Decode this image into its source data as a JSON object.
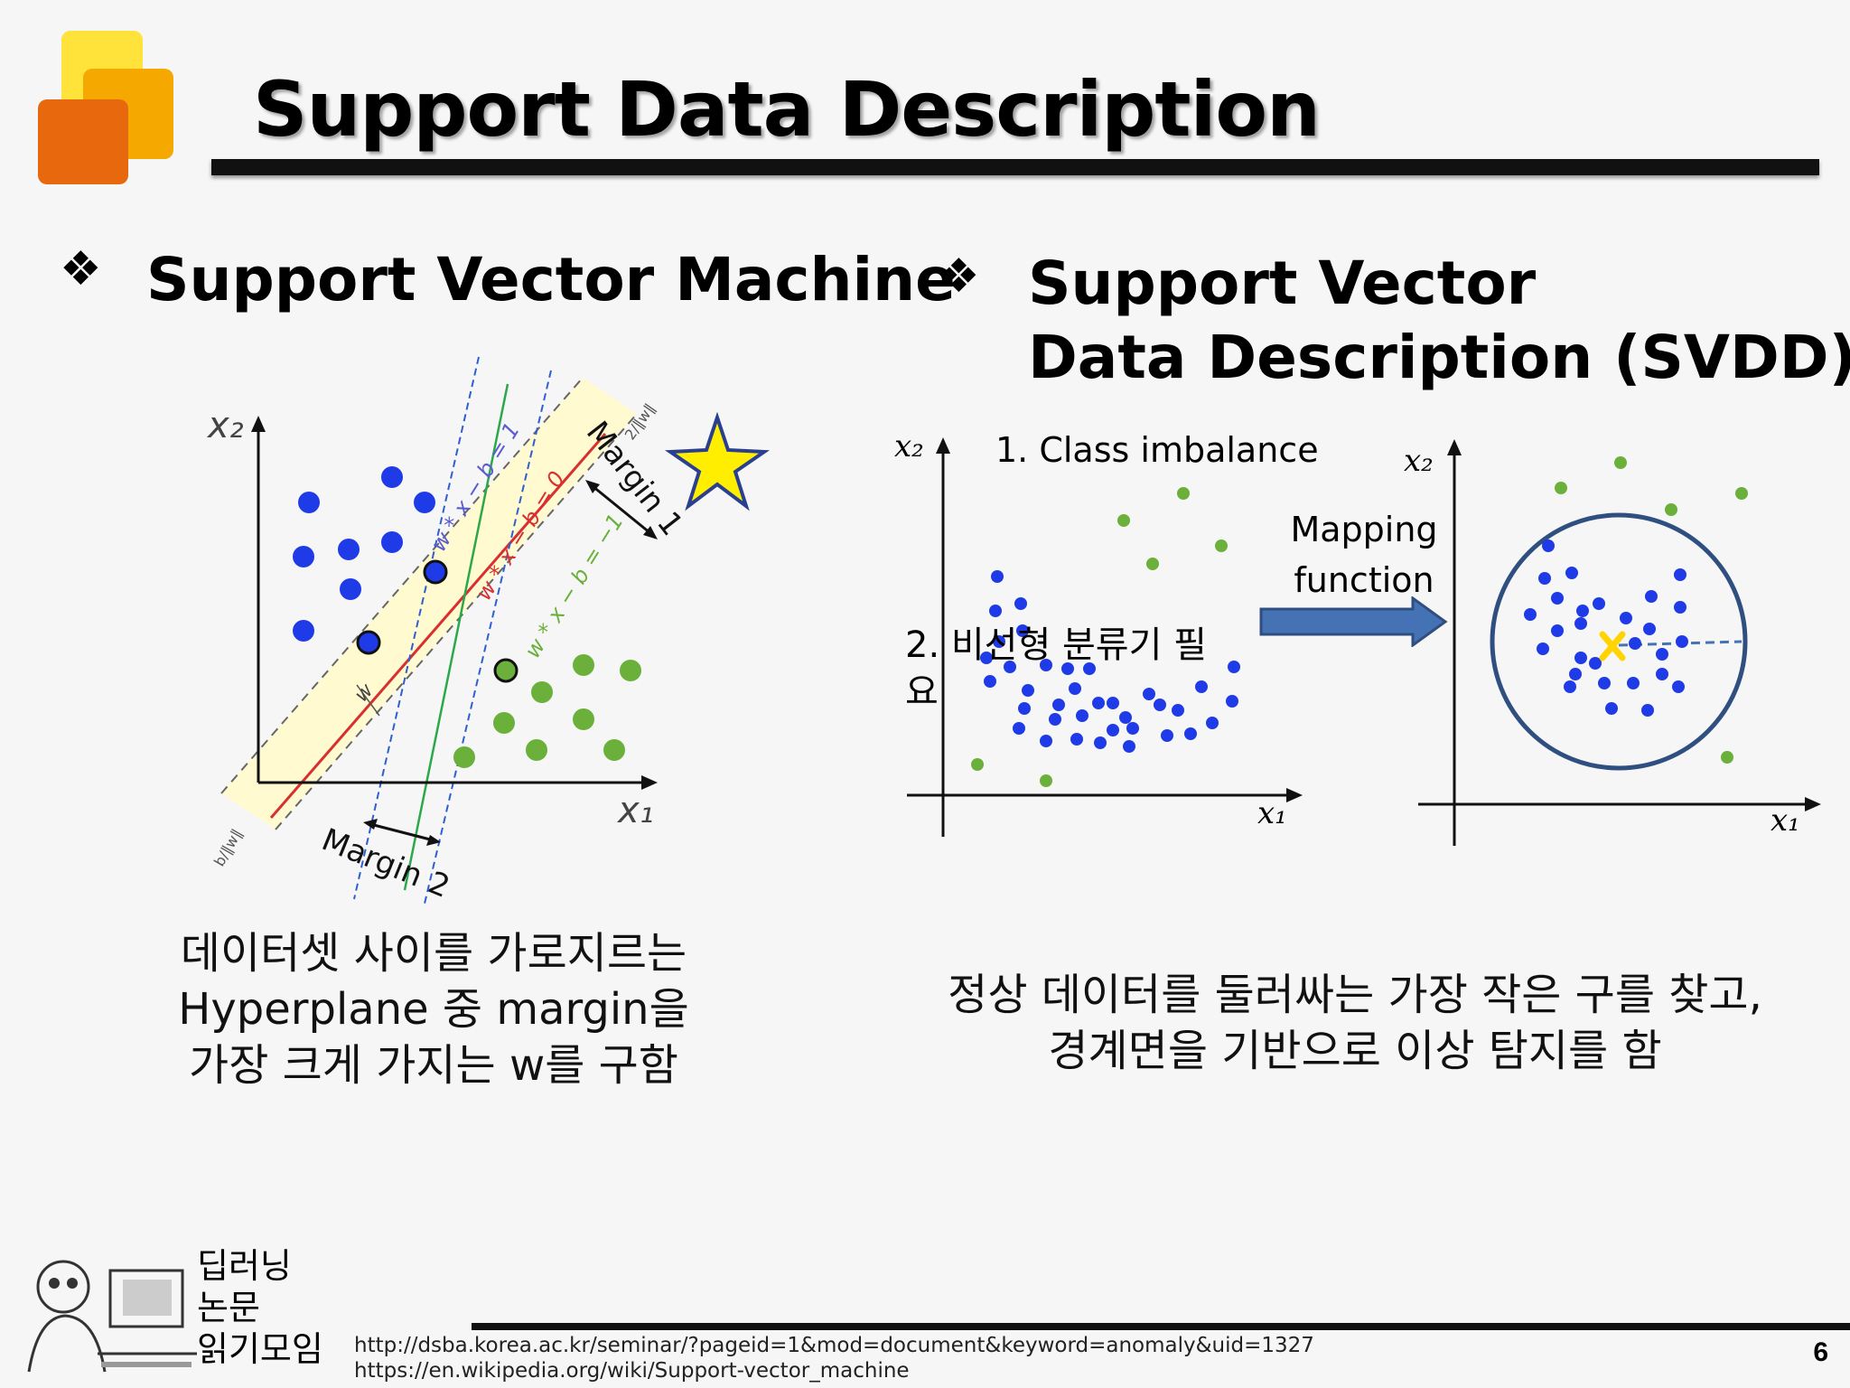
{
  "title": "Support Data Description",
  "left": {
    "bullet": "❖",
    "heading": "Support Vector Machine",
    "caption": [
      "데이터셋 사이를 가로지르는",
      "Hyperplane 중 margin을",
      "가장 크게 가지는 w를 구함"
    ],
    "diagram": {
      "x_axis": "x₁",
      "y_axis": "x₂",
      "margin1": "Margin 1",
      "margin2": "Margin 2",
      "eq_blue": "w * x − b = 1",
      "eq_red": "w * x − b = 0",
      "eq_green": "w * x − b = −1",
      "norm_top": "2/‖w‖",
      "norm_bottom": "b/‖w‖",
      "w_label": "w"
    }
  },
  "right": {
    "bullet": "❖",
    "heading_line1": "Support Vector",
    "heading_line2": "Data Description (SVDD)",
    "caption": [
      "정상 데이터를 둘러싸는 가장 작은 구를 찾고,",
      "경계면을 기반으로 이상 탐지를 함"
    ],
    "diagram": {
      "x_axis": "x₁",
      "y_axis": "x₂",
      "note1": "1. Class imbalance",
      "note2_line1": "2. 비선형 분류기 필",
      "note2_line2": "요",
      "mapping_line1": "Mapping",
      "mapping_line2": "function"
    }
  },
  "footer": {
    "brand_line1": "딥러닝",
    "brand_line2": "논문",
    "brand_line3": "읽기모임",
    "source1": "http://dsba.korea.ac.kr/seminar/?pageid=1&mod=document&keyword=anomaly&uid=1327",
    "source2": "https://en.wikipedia.org/wiki/Support-vector_machine",
    "page_number": "6"
  },
  "colors": {
    "blue_point": "#1f3be8",
    "green_point": "#6ab03a",
    "logo_yellow": "#ffd400",
    "logo_orange": "#f0a000",
    "logo_red": "#e86410",
    "arrow_blue": "#4472b4"
  }
}
